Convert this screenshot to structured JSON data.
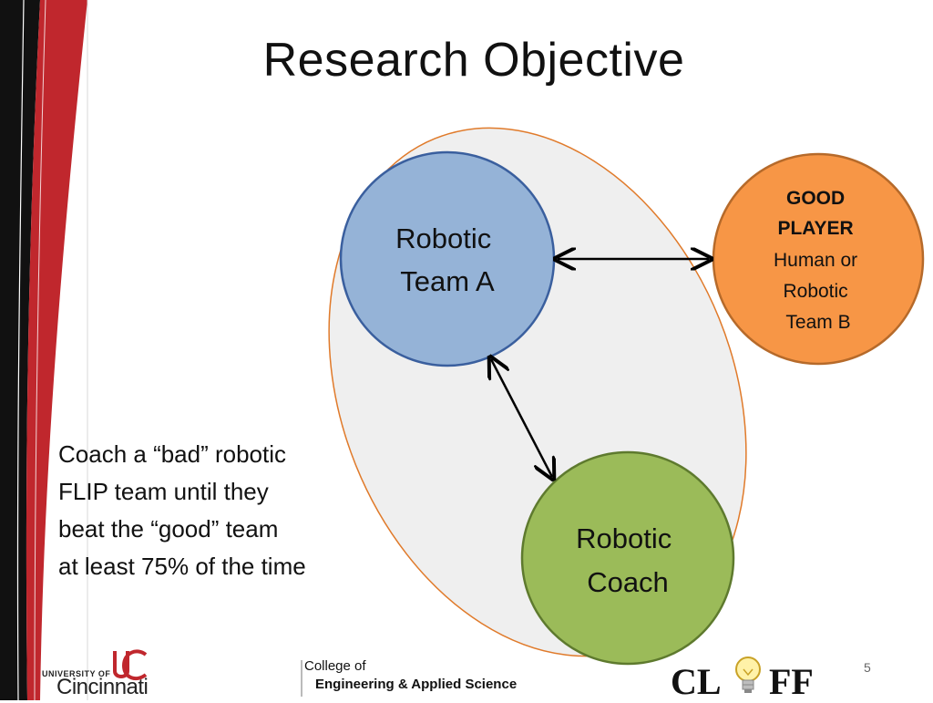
{
  "slide": {
    "title": "Research Objective",
    "page_number": "5"
  },
  "diagram": {
    "nodes": {
      "team_a": {
        "lines": [
          "Robotic",
          "Team A"
        ],
        "fill": "#95B3D7",
        "stroke": "#3A5F9E"
      },
      "good_player": {
        "lines": [
          "GOOD",
          "PLAYER",
          "Human or",
          "Robotic",
          "Team B"
        ],
        "bold_lines": 2,
        "fill": "#F79646",
        "stroke": "#B66A2A"
      },
      "coach": {
        "lines": [
          "Robotic",
          "Coach"
        ],
        "fill": "#9BBB59",
        "stroke": "#5E7A2E"
      }
    },
    "group_ellipse": {
      "fill": "#EFEFEF",
      "stroke": "#E07A2A"
    },
    "edges": [
      {
        "from": "team_a",
        "to": "good_player",
        "direction": "both"
      },
      {
        "from": "team_a",
        "to": "coach",
        "direction": "both"
      }
    ]
  },
  "objective": {
    "text_lines": [
      "Coach a “bad” robotic",
      "FLIP team until they",
      "beat the “good” team",
      "at least 75% of the time"
    ]
  },
  "footer": {
    "uc": {
      "small": "UNIVERSITY OF",
      "big": "Cincinnati",
      "mark": "UC"
    },
    "college": {
      "line1": "College of",
      "line2": "Engineering & Applied Science"
    },
    "cliff": {
      "left": "CL",
      "right": "FF",
      "icon": "lightbulb-icon"
    }
  },
  "colors": {
    "band_red": "#C0272D",
    "band_black": "#111111",
    "uc_red": "#C0272D"
  }
}
